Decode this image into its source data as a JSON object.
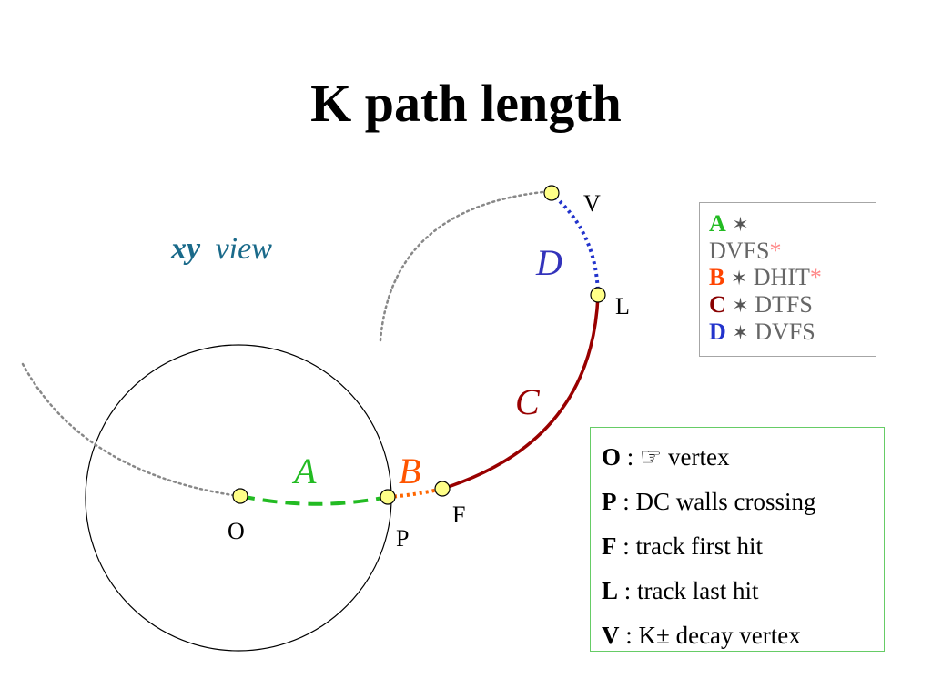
{
  "title": "K path length",
  "view_label": {
    "bold": "xy",
    "italic": "view"
  },
  "segments": {
    "A": {
      "label": "A",
      "color": "#22bb22"
    },
    "B": {
      "label": "B",
      "color": "#ff5500"
    },
    "C": {
      "label": "C",
      "color": "#990000"
    },
    "D": {
      "label": "D",
      "color": "#3333bb"
    }
  },
  "points": {
    "O": "O",
    "P": "P",
    "F": "F",
    "L": "L",
    "V": "V"
  },
  "point_fill": "#ffff88",
  "legend_segments": {
    "star": "✶",
    "asterisk_color": "#ff8888",
    "rows": [
      {
        "key": "A",
        "text1": "",
        "text2": "DVFS",
        "asterisk": "*",
        "key_color": "#22bb22"
      },
      {
        "key": "B",
        "text": "DHIT",
        "asterisk": "*",
        "key_color": "#ff4400"
      },
      {
        "key": "C",
        "text": "DTFS",
        "asterisk": "",
        "key_color": "#880000"
      },
      {
        "key": "D",
        "text": "DVFS",
        "asterisk": "",
        "key_color": "#2233cc"
      }
    ]
  },
  "legend_points": {
    "rows": [
      {
        "key": "O",
        "sep": " : ",
        "icon": "☞",
        "text": " vertex"
      },
      {
        "key": "P",
        "sep": " : ",
        "text": "DC walls crossing"
      },
      {
        "key": "F",
        "sep": " : ",
        "text": "track first hit"
      },
      {
        "key": "L",
        "sep": " : ",
        "text": "track last hit"
      },
      {
        "key": "V",
        "sep": " : ",
        "text": "K± decay vertex"
      }
    ]
  }
}
